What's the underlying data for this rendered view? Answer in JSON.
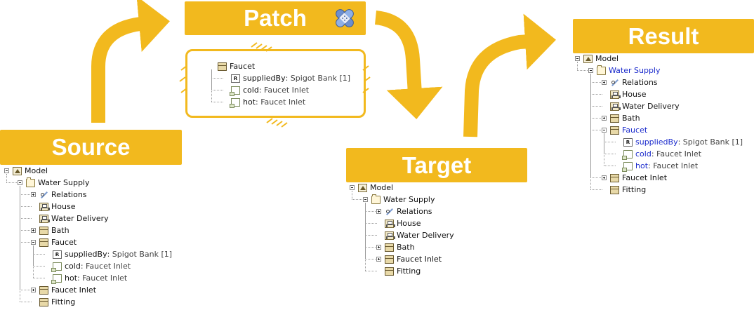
{
  "banners": {
    "source": "Source",
    "patch": "Patch",
    "target": "Target",
    "result": "Result"
  },
  "colors": {
    "accent": "#f2b91e",
    "changed_text": "#1a2acc",
    "arrow": "#f2b91e"
  },
  "patch_icon": "bandage-icon",
  "source_tree": [
    {
      "label": "Model",
      "type": "",
      "icon": "model-icon",
      "depth": 0,
      "expander": "minus"
    },
    {
      "label": "Water Supply",
      "type": "",
      "icon": "folder-icon",
      "depth": 1,
      "expander": "minus"
    },
    {
      "label": "Relations",
      "type": "",
      "icon": "relation-icon",
      "depth": 2,
      "expander": "plus"
    },
    {
      "label": "House",
      "type": "",
      "icon": "diagram-icon",
      "depth": 2,
      "expander": ""
    },
    {
      "label": "Water Delivery",
      "type": "",
      "icon": "diagram-icon",
      "depth": 2,
      "expander": ""
    },
    {
      "label": "Bath",
      "type": "",
      "icon": "block-icon",
      "depth": 2,
      "expander": "plus"
    },
    {
      "label": "Faucet",
      "type": "",
      "icon": "block-icon",
      "depth": 2,
      "expander": "minus"
    },
    {
      "label": "suppliedBy",
      "type": " : Spigot Bank [1]",
      "icon": "reference-icon",
      "depth": 3,
      "expander": ""
    },
    {
      "label": "cold",
      "type": " : Faucet Inlet",
      "icon": "port-icon",
      "depth": 3,
      "expander": ""
    },
    {
      "label": "hot",
      "type": " : Faucet Inlet",
      "icon": "port-icon",
      "depth": 3,
      "expander": ""
    },
    {
      "label": "Faucet Inlet",
      "type": "",
      "icon": "block-icon",
      "depth": 2,
      "expander": "plus"
    },
    {
      "label": "Fitting",
      "type": "",
      "icon": "block-icon",
      "depth": 2,
      "expander": ""
    }
  ],
  "patch_tree": [
    {
      "label": "Faucet",
      "type": "",
      "icon": "block-icon",
      "depth": 0,
      "expander": ""
    },
    {
      "label": "suppliedBy",
      "type": " : Spigot Bank [1]",
      "icon": "reference-icon",
      "depth": 1,
      "expander": ""
    },
    {
      "label": "cold",
      "type": " : Faucet Inlet",
      "icon": "port-icon",
      "depth": 1,
      "expander": ""
    },
    {
      "label": "hot",
      "type": " : Faucet Inlet",
      "icon": "port-icon",
      "depth": 1,
      "expander": ""
    }
  ],
  "target_tree": [
    {
      "label": "Model",
      "type": "",
      "icon": "model-icon",
      "depth": 0,
      "expander": "minus"
    },
    {
      "label": "Water Supply",
      "type": "",
      "icon": "folder-icon",
      "depth": 1,
      "expander": "minus"
    },
    {
      "label": "Relations",
      "type": "",
      "icon": "relation-icon",
      "depth": 2,
      "expander": "plus"
    },
    {
      "label": "House",
      "type": "",
      "icon": "diagram-icon",
      "depth": 2,
      "expander": ""
    },
    {
      "label": "Water Delivery",
      "type": "",
      "icon": "diagram-icon",
      "depth": 2,
      "expander": ""
    },
    {
      "label": "Bath",
      "type": "",
      "icon": "block-icon",
      "depth": 2,
      "expander": "plus"
    },
    {
      "label": "Faucet Inlet",
      "type": "",
      "icon": "block-icon",
      "depth": 2,
      "expander": "plus"
    },
    {
      "label": "Fitting",
      "type": "",
      "icon": "block-icon",
      "depth": 2,
      "expander": ""
    }
  ],
  "result_tree": [
    {
      "label": "Model",
      "type": "",
      "icon": "model-icon",
      "depth": 0,
      "expander": "minus"
    },
    {
      "label": "Water Supply",
      "type": "",
      "icon": "folder-icon",
      "depth": 1,
      "expander": "minus",
      "changed": true
    },
    {
      "label": "Relations",
      "type": "",
      "icon": "relation-icon",
      "depth": 2,
      "expander": "plus"
    },
    {
      "label": "House",
      "type": "",
      "icon": "diagram-icon",
      "depth": 2,
      "expander": ""
    },
    {
      "label": "Water Delivery",
      "type": "",
      "icon": "diagram-icon",
      "depth": 2,
      "expander": ""
    },
    {
      "label": "Bath",
      "type": "",
      "icon": "block-icon",
      "depth": 2,
      "expander": "plus"
    },
    {
      "label": "Faucet",
      "type": "",
      "icon": "block-icon",
      "depth": 2,
      "expander": "minus",
      "changed": true
    },
    {
      "label": "suppliedBy",
      "type": " : Spigot Bank [1]",
      "icon": "reference-icon",
      "depth": 3,
      "expander": "",
      "changed": true
    },
    {
      "label": "cold",
      "type": " : Faucet Inlet",
      "icon": "port-icon",
      "depth": 3,
      "expander": "",
      "changed": true
    },
    {
      "label": "hot",
      "type": " : Faucet Inlet",
      "icon": "port-icon",
      "depth": 3,
      "expander": "",
      "changed": true
    },
    {
      "label": "Faucet Inlet",
      "type": "",
      "icon": "block-icon",
      "depth": 2,
      "expander": "plus"
    },
    {
      "label": "Fitting",
      "type": "",
      "icon": "block-icon",
      "depth": 2,
      "expander": ""
    }
  ]
}
